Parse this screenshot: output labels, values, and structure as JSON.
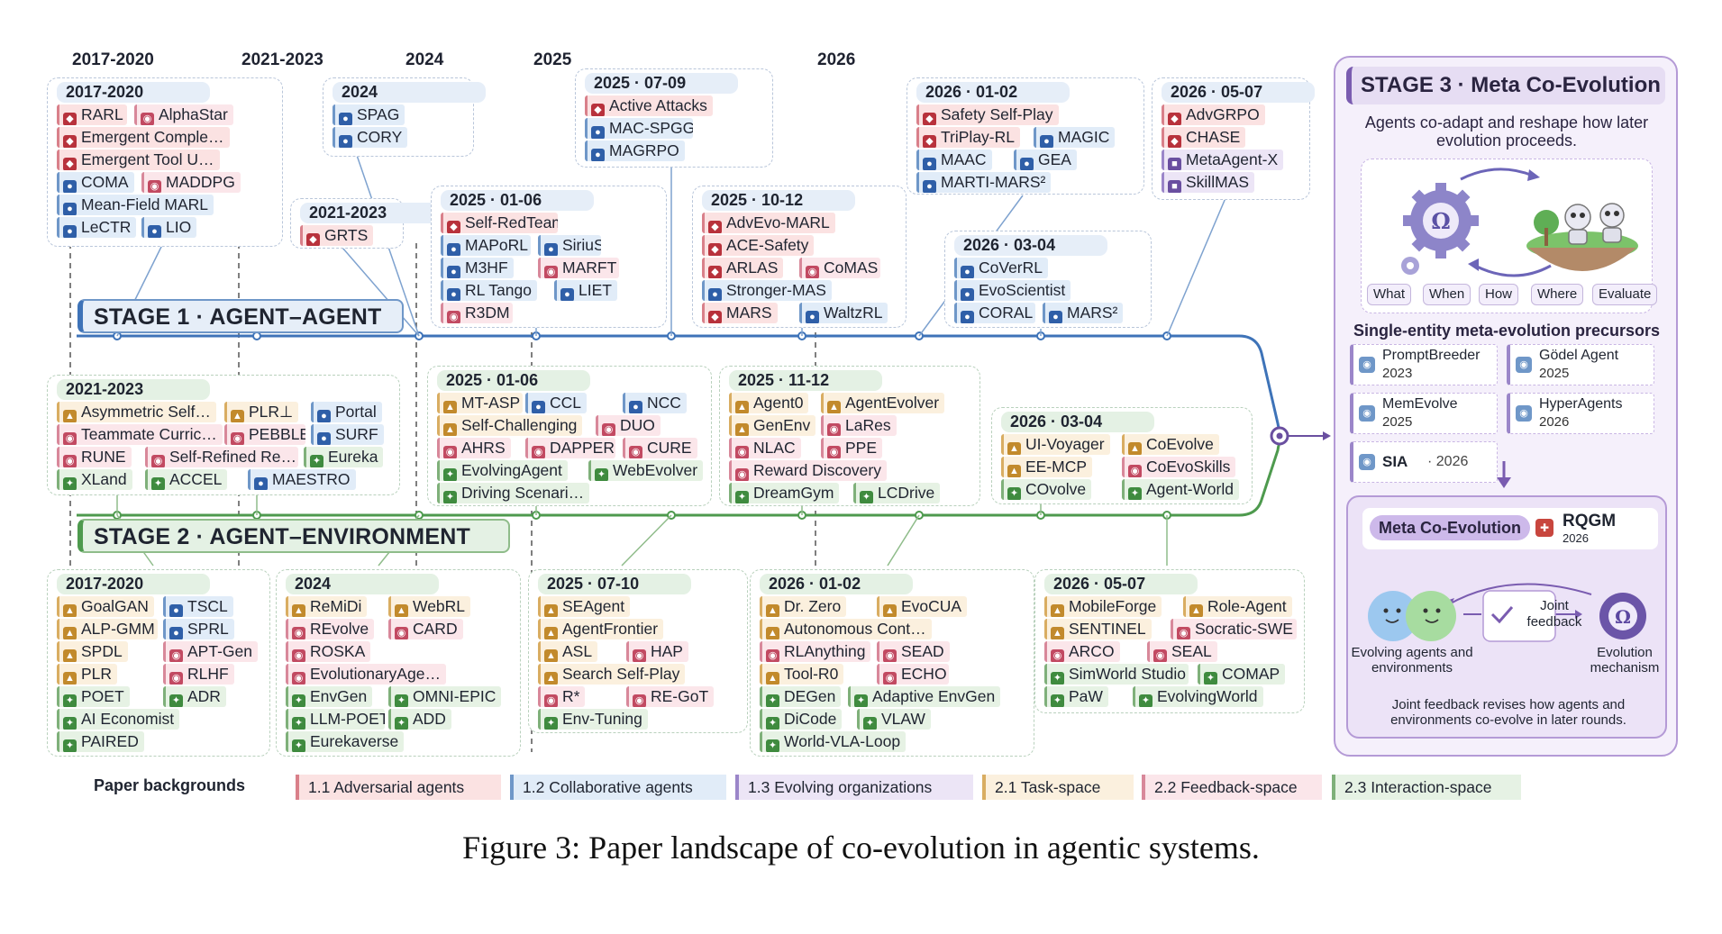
{
  "years": [
    "2017-2020",
    "2021-2023",
    "2024",
    "2025",
    "2026"
  ],
  "stage1": {
    "label": "STAGE 1 · AGENT–AGENT"
  },
  "stage2": {
    "label": "STAGE 2 · AGENT–ENVIRONMENT"
  },
  "top_boxes": [
    {
      "title": "2017-2020",
      "items": [
        [
          "RARL",
          "adv"
        ],
        [
          "AlphaStar",
          "fb"
        ],
        [
          "Emergent Comple…",
          "adv"
        ],
        [
          "Emergent Tool U…",
          "adv"
        ],
        [
          "COMA",
          "col"
        ],
        [
          "MADDPG",
          "fb"
        ],
        [
          "Mean-Field MARL",
          "col"
        ],
        [
          "LeCTR",
          "col"
        ],
        [
          "LIO",
          "col"
        ]
      ]
    },
    {
      "title": "2024",
      "items": [
        [
          "SPAG",
          "col"
        ],
        [
          "CORY",
          "col"
        ]
      ]
    },
    {
      "title": "2021-2023",
      "items": [
        [
          "GRTS",
          "adv"
        ]
      ]
    },
    {
      "title": "2025 · 07-09",
      "items": [
        [
          "Active Attacks",
          "adv"
        ],
        [
          "MAC-SPGG",
          "col"
        ],
        [
          "MAGRPO",
          "col"
        ]
      ]
    },
    {
      "title": "2025 · 01-06",
      "items": [
        [
          "Self-RedTeam",
          "adv"
        ],
        [
          "MAPoRL",
          "col"
        ],
        [
          "SiriuS",
          "col"
        ],
        [
          "M3HF",
          "col"
        ],
        [
          "MARFT",
          "fb"
        ],
        [
          "RL Tango",
          "col"
        ],
        [
          "LIET",
          "col"
        ],
        [
          "R3DM",
          "fb"
        ]
      ]
    },
    {
      "title": "2025 · 10-12",
      "items": [
        [
          "AdvEvo-MARL",
          "adv"
        ],
        [
          "ACE-Safety",
          "adv"
        ],
        [
          "ARLAS",
          "adv"
        ],
        [
          "CoMAS",
          "fb"
        ],
        [
          "Stronger-MAS",
          "col"
        ],
        [
          "MARS",
          "adv"
        ],
        [
          "WaltzRL",
          "col"
        ]
      ]
    },
    {
      "title": "2026 · 01-02",
      "items": [
        [
          "Safety Self-Play",
          "adv"
        ],
        [
          "TriPlay-RL",
          "adv"
        ],
        [
          "MAGIC",
          "col"
        ],
        [
          "MAAC",
          "col"
        ],
        [
          "GEA",
          "col"
        ],
        [
          "MARTI-MARS²",
          "col"
        ]
      ]
    },
    {
      "title": "2026 · 03-04",
      "items": [
        [
          "CoVerRL",
          "col"
        ],
        [
          "EvoScientist",
          "col"
        ],
        [
          "CORAL",
          "col"
        ],
        [
          "MARS²",
          "col"
        ]
      ]
    },
    {
      "title": "2026 · 05-07",
      "items": [
        [
          "AdvGRPO",
          "adv"
        ],
        [
          "CHASE",
          "adv"
        ],
        [
          "MetaAgent-X",
          "org"
        ],
        [
          "SkillMAS",
          "org"
        ]
      ]
    }
  ],
  "mid_boxes": [
    {
      "title": "2021-2023",
      "items": [
        [
          "Asymmetric Self…",
          "task"
        ],
        [
          "PLR⊥",
          "task"
        ],
        [
          "Portal",
          "col"
        ],
        [
          "Teammate Curric…",
          "fb"
        ],
        [
          "PEBBLE",
          "fb"
        ],
        [
          "SURF",
          "col"
        ],
        [
          "RUNE",
          "fb"
        ],
        [
          "Self-Refined Re…",
          "fb"
        ],
        [
          "Eureka",
          "int"
        ],
        [
          "XLand",
          "int"
        ],
        [
          "ACCEL",
          "int"
        ],
        [
          "MAESTRO",
          "col"
        ]
      ]
    },
    {
      "title": "2025 · 01-06",
      "items": [
        [
          "MT-ASP",
          "task"
        ],
        [
          "CCL",
          "col"
        ],
        [
          "NCC",
          "col"
        ],
        [
          "Self-Challenging",
          "task"
        ],
        [
          "DUO",
          "fb"
        ],
        [
          "AHRS",
          "fb"
        ],
        [
          "DAPPER",
          "fb"
        ],
        [
          "CURE",
          "fb"
        ],
        [
          "EvolvingAgent",
          "int"
        ],
        [
          "WebEvolver",
          "int"
        ],
        [
          "Driving Scenari…",
          "int"
        ]
      ]
    },
    {
      "title": "2025 · 11-12",
      "items": [
        [
          "Agent0",
          "task"
        ],
        [
          "AgentEvolver",
          "task"
        ],
        [
          "GenEnv",
          "task"
        ],
        [
          "LaRes",
          "fb"
        ],
        [
          "NLAC",
          "fb"
        ],
        [
          "PPE",
          "fb"
        ],
        [
          "Reward Discovery",
          "fb"
        ],
        [
          "DreamGym",
          "int"
        ],
        [
          "LCDrive",
          "int"
        ]
      ]
    },
    {
      "title": "2026 · 03-04",
      "items": [
        [
          "UI-Voyager",
          "task"
        ],
        [
          "CoEvolve",
          "task"
        ],
        [
          "EE-MCP",
          "task"
        ],
        [
          "CoEvoSkills",
          "fb"
        ],
        [
          "COvolve",
          "int"
        ],
        [
          "Agent-World",
          "int"
        ]
      ]
    }
  ],
  "bottom_boxes": [
    {
      "title": "2017-2020",
      "items": [
        [
          "GoalGAN",
          "task"
        ],
        [
          "TSCL",
          "col"
        ],
        [
          "ALP-GMM",
          "task"
        ],
        [
          "SPRL",
          "col"
        ],
        [
          "SPDL",
          "task"
        ],
        [
          "APT-Gen",
          "fb"
        ],
        [
          "PLR",
          "task"
        ],
        [
          "RLHF",
          "fb"
        ],
        [
          "POET",
          "int"
        ],
        [
          "ADR",
          "int"
        ],
        [
          "AI Economist",
          "int"
        ],
        [
          "PAIRED",
          "int"
        ]
      ]
    },
    {
      "title": "2024",
      "items": [
        [
          "ReMiDi",
          "task"
        ],
        [
          "WebRL",
          "task"
        ],
        [
          "REvolve",
          "fb"
        ],
        [
          "CARD",
          "fb"
        ],
        [
          "ROSKA",
          "fb"
        ],
        [
          "EvolutionaryAge…",
          "fb"
        ],
        [
          "EnvGen",
          "int"
        ],
        [
          "OMNI-EPIC",
          "int"
        ],
        [
          "LLM-POET",
          "int"
        ],
        [
          "ADD",
          "int"
        ],
        [
          "Eurekaverse",
          "int"
        ]
      ]
    },
    {
      "title": "2025 · 07-10",
      "items": [
        [
          "SEAgent",
          "task"
        ],
        [
          "AgentFrontier",
          "task"
        ],
        [
          "ASL",
          "task"
        ],
        [
          "HAP",
          "fb"
        ],
        [
          "Search Self-Play",
          "task"
        ],
        [
          "R*",
          "fb"
        ],
        [
          "RE-GoT",
          "fb"
        ],
        [
          "Env-Tuning",
          "int"
        ]
      ]
    },
    {
      "title": "2026 · 01-02",
      "items": [
        [
          "Dr. Zero",
          "task"
        ],
        [
          "EvoCUA",
          "task"
        ],
        [
          "Autonomous Cont…",
          "task"
        ],
        [
          "RLAnything",
          "fb"
        ],
        [
          "SEAD",
          "fb"
        ],
        [
          "Tool-R0",
          "task"
        ],
        [
          "ECHO",
          "fb"
        ],
        [
          "DEGen",
          "int"
        ],
        [
          "Adaptive EnvGen",
          "int"
        ],
        [
          "DiCode",
          "int"
        ],
        [
          "VLAW",
          "int"
        ],
        [
          "World-VLA-Loop",
          "int"
        ]
      ]
    },
    {
      "title": "2026 · 05-07",
      "items": [
        [
          "MobileForge",
          "task"
        ],
        [
          "Role-Agent",
          "task"
        ],
        [
          "SENTINEL",
          "task"
        ],
        [
          "Socratic-SWE",
          "fb"
        ],
        [
          "ARCO",
          "fb"
        ],
        [
          "SEAL",
          "fb"
        ],
        [
          "SimWorld Studio",
          "int"
        ],
        [
          "COMAP",
          "int"
        ],
        [
          "PaW",
          "int"
        ],
        [
          "EvolvingWorld",
          "int"
        ]
      ]
    }
  ],
  "stage3": {
    "title": "STAGE 3 · Meta Co-Evolution",
    "subtitle": "Agents co-adapt and reshape how later evolution proceeds.",
    "tags": [
      "What",
      "When",
      "How",
      "Where",
      "Evaluate"
    ],
    "precursors_title": "Single-entity meta-evolution precursors",
    "precursors": [
      {
        "name": "PromptBreeder",
        "year": "2023"
      },
      {
        "name": "Gödel Agent",
        "year": "2025"
      },
      {
        "name": "MemEvolve",
        "year": "2025"
      },
      {
        "name": "HyperAgents",
        "year": "2026"
      },
      {
        "name": "SIA",
        "year": "2026"
      }
    ],
    "meta_label": "Meta Co-Evolution",
    "rqgm": {
      "name": "RQGM",
      "year": "2026"
    },
    "evolving_label": "Evolving agents and environments",
    "joint_feedback": "Joint feedback",
    "mechanism_label": "Evolution mechanism",
    "footnote": "Joint feedback revises how agents and environments co-evolve in later rounds."
  },
  "legend": {
    "title": "Paper backgrounds",
    "items": [
      {
        "label": "1.1 Adversarial agents",
        "color": "#d9808a",
        "bg": "#fbe2e2"
      },
      {
        "label": "1.2 Collaborative agents",
        "color": "#6f97c8",
        "bg": "#e1ecf8"
      },
      {
        "label": "1.3 Evolving organizations",
        "color": "#9b86c9",
        "bg": "#ece5f6"
      },
      {
        "label": "2.1 Task-space",
        "color": "#d9ad62",
        "bg": "#fbf0de"
      },
      {
        "label": "2.2 Feedback-space",
        "color": "#d8889a",
        "bg": "#fbe6ea"
      },
      {
        "label": "2.3 Interaction-space",
        "color": "#7fb07a",
        "bg": "#e6f2e4"
      }
    ]
  },
  "caption": "Figure 3: Paper landscape of co-evolution in agentic systems."
}
